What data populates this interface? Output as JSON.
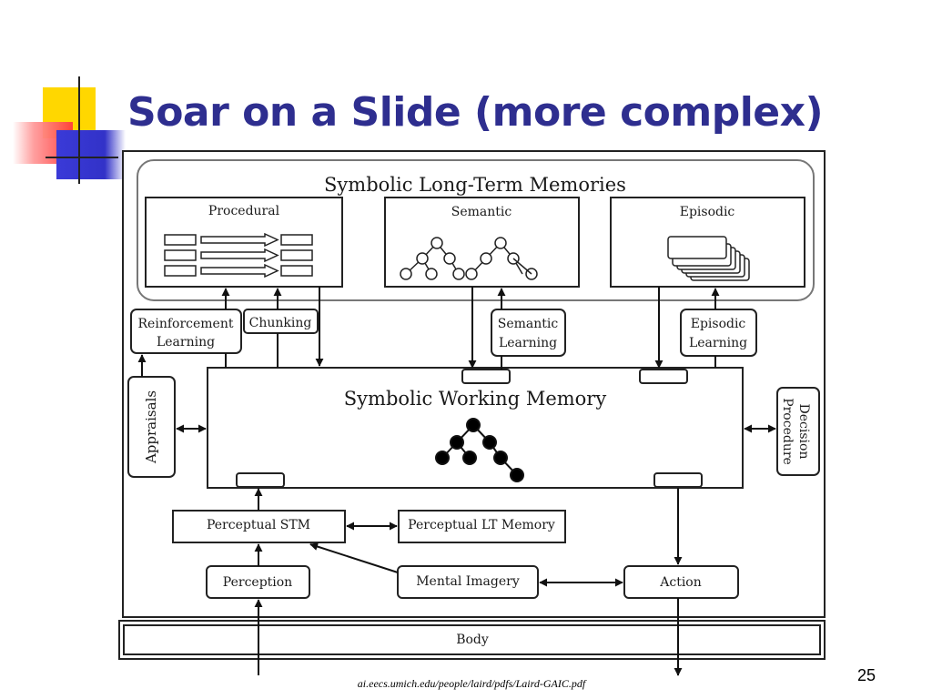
{
  "slide": {
    "title": "Soar on a Slide (more complex)",
    "page_number": "25",
    "source": "ai.eecs.umich.edu/people/laird/pdfs/Laird-GAIC.pdf"
  },
  "diagram": {
    "long_term_memories": {
      "title": "Symbolic Long-Term Memories",
      "procedural": "Procedural",
      "semantic": "Semantic",
      "episodic": "Episodic"
    },
    "learning": {
      "reinforcement": [
        "Reinforcement",
        "Learning"
      ],
      "chunking": "Chunking",
      "semantic": [
        "Semantic",
        "Learning"
      ],
      "episodic": [
        "Episodic",
        "Learning"
      ]
    },
    "working_memory": "Symbolic Working Memory",
    "appraisals": "Appraisals",
    "decision_procedure": [
      "Decision",
      "Procedure"
    ],
    "perceptual_stm": "Perceptual STM",
    "perceptual_lt_memory": "Perceptual LT Memory",
    "perception": "Perception",
    "mental_imagery": "Mental Imagery",
    "action": "Action",
    "body": "Body"
  },
  "colors": {
    "title": "#2e2e8f",
    "accent_yellow": "#ffd700",
    "accent_red": "#ff3b3b",
    "accent_blue": "#3232c8"
  }
}
